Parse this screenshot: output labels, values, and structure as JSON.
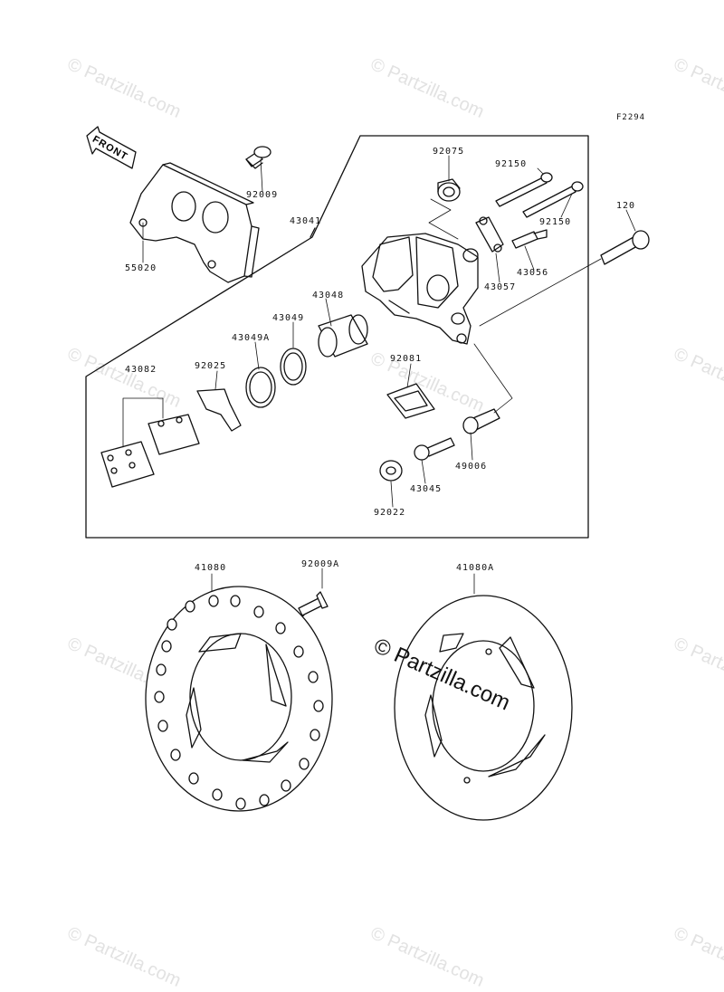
{
  "diagram": {
    "ref_code": "F2294",
    "front_label": "FRONT",
    "watermark": "© Partzilla.com",
    "parts": {
      "p92075": "92075",
      "p92150a": "92150",
      "p92150b": "92150",
      "p120": "120",
      "p92009": "92009",
      "p43041": "43041",
      "p55020": "55020",
      "p43056": "43056",
      "p43057": "43057",
      "p43048": "43048",
      "p43049": "43049",
      "p43049A": "43049A",
      "p43082": "43082",
      "p92025": "92025",
      "p92081": "92081",
      "p49006": "49006",
      "p43045": "43045",
      "p92022": "92022",
      "p41080": "41080",
      "p92009A": "92009A",
      "p41080A": "41080A"
    }
  }
}
